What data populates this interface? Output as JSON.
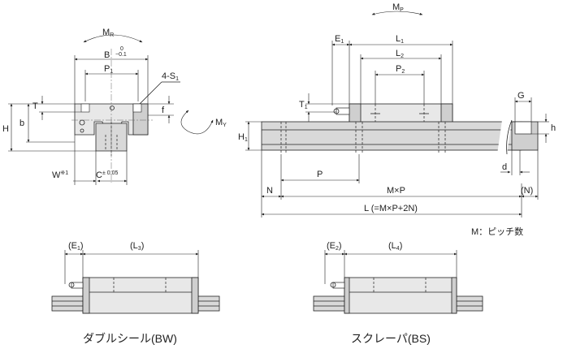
{
  "front_view": {
    "moment_r": "M",
    "moment_r_sub": "R",
    "width_b": "B",
    "tol_b_upper": "0",
    "tol_b_lower": "−0.1",
    "pitch_p1": "P",
    "pitch_p1_sub": "1",
    "screw": "4-S",
    "screw_sub": "1",
    "height_h": "H",
    "height_b": "b",
    "dim_t": "T",
    "dim_f": "f",
    "width_w": "W",
    "w_note": "※1",
    "dim_c": "C",
    "tol_c": "± 0.05",
    "moment_y": "M",
    "moment_y_sub": "Y"
  },
  "side_view": {
    "moment_p": "M",
    "moment_p_sub": "P",
    "e1": "E",
    "e1_sub": "1",
    "l1": "L",
    "l1_sub": "1",
    "l2": "L",
    "l2_sub": "2",
    "p2": "P",
    "p2_sub": "2",
    "t1": "T",
    "t1_sub": "1",
    "h1": "H",
    "h1_sub": "1",
    "g": "G",
    "h": "h",
    "d": "d",
    "p": "P",
    "n": "N",
    "mxp": "M×P",
    "n_paren": "(N)",
    "l_total": "L (=M×P+2N)",
    "m_note": "M：ピッチ数"
  },
  "bw_view": {
    "e1": "(E",
    "e1_sub": "1",
    "e1_close": ")",
    "l3": "(L",
    "l3_sub": "3",
    "l3_close": ")",
    "caption": "ダブルシール(BW)"
  },
  "bs_view": {
    "e2": "(E",
    "e2_sub": "2",
    "e2_close": ")",
    "l4": "(L",
    "l4_sub": "4",
    "l4_close": ")",
    "caption": "スクレーパ(BS)"
  }
}
